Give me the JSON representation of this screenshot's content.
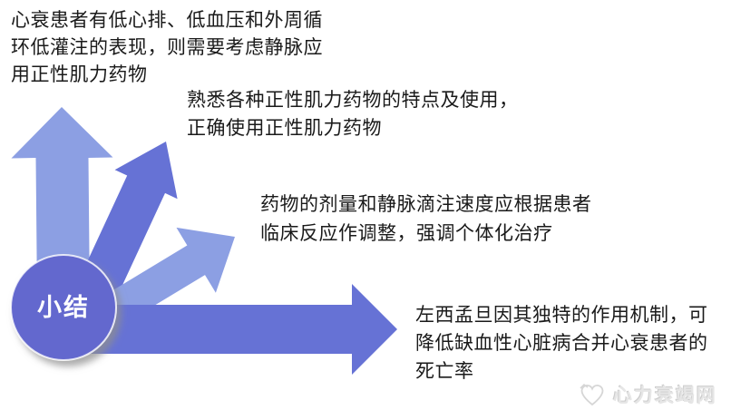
{
  "diagram": {
    "summary_circle": {
      "label": "小结"
    },
    "colors": {
      "light_arrow": "#8c9fe3",
      "dark_arrow": "#6672d5",
      "circle_fill": "#6468ce",
      "text": "#1a1a1a",
      "watermark": "#e6e6e6"
    },
    "points": [
      {
        "arrow": "up",
        "lines": [
          "心衰患者有低心排、低血压和外周循",
          "环低灌注的表现，则需要考虑静脉应",
          "用正性肌力药物"
        ]
      },
      {
        "arrow": "steep-diagonal",
        "lines": [
          "熟悉各种正性肌力药物的特点及使用，",
          "正确使用正性肌力药物"
        ]
      },
      {
        "arrow": "shallow-diagonal",
        "lines": [
          "药物的剂量和静脉滴注速度应根据患者",
          "临床反应作调整，强调个体化治疗"
        ]
      },
      {
        "arrow": "horizontal",
        "lines": [
          "左西孟旦因其独特的作用机制，可",
          "降低缺血性心脏病合并心衰患者的",
          "死亡率"
        ]
      }
    ],
    "watermark": {
      "label": "心力衰竭网"
    }
  }
}
